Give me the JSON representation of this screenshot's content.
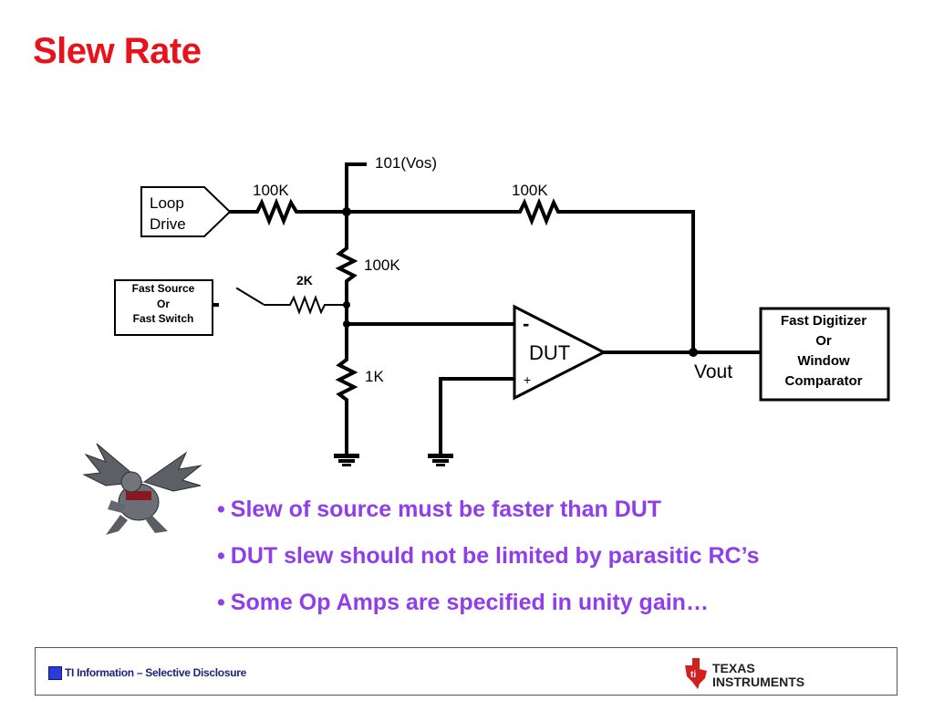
{
  "slide": {
    "title": "Slew Rate"
  },
  "schematic": {
    "labels": {
      "vos": "101(Vos)",
      "r_input": "100K",
      "r_feedback": "100K",
      "r_vertical": "100K",
      "r_source": "2K",
      "r_bottom": "1K",
      "opamp_name": "DUT",
      "opamp_minus": "-",
      "opamp_plus": "+",
      "vout": "Vout"
    },
    "loop_drive": {
      "line1": "Loop",
      "line2": "Drive"
    },
    "fast_source": {
      "line1": "Fast Source",
      "line2": "Or",
      "line3": "Fast Switch"
    },
    "digitizer": {
      "line1": "Fast Digitizer",
      "line2": "Or",
      "line3": "Window",
      "line4": "Comparator"
    }
  },
  "bullets": [
    "Slew of source must be faster than DUT",
    "DUT slew should not be limited by parasitic RC’s",
    "Some Op Amps are specified in unity gain…"
  ],
  "footer": {
    "disclosure": "TI Information – Selective Disclosure",
    "logo_line1": "Texas",
    "logo_line2": "Instruments"
  },
  "colors": {
    "title": "#e8121b",
    "bullets": "#8f3ee8",
    "footer_text": "#1a237e",
    "ti_red": "#d2201e"
  }
}
